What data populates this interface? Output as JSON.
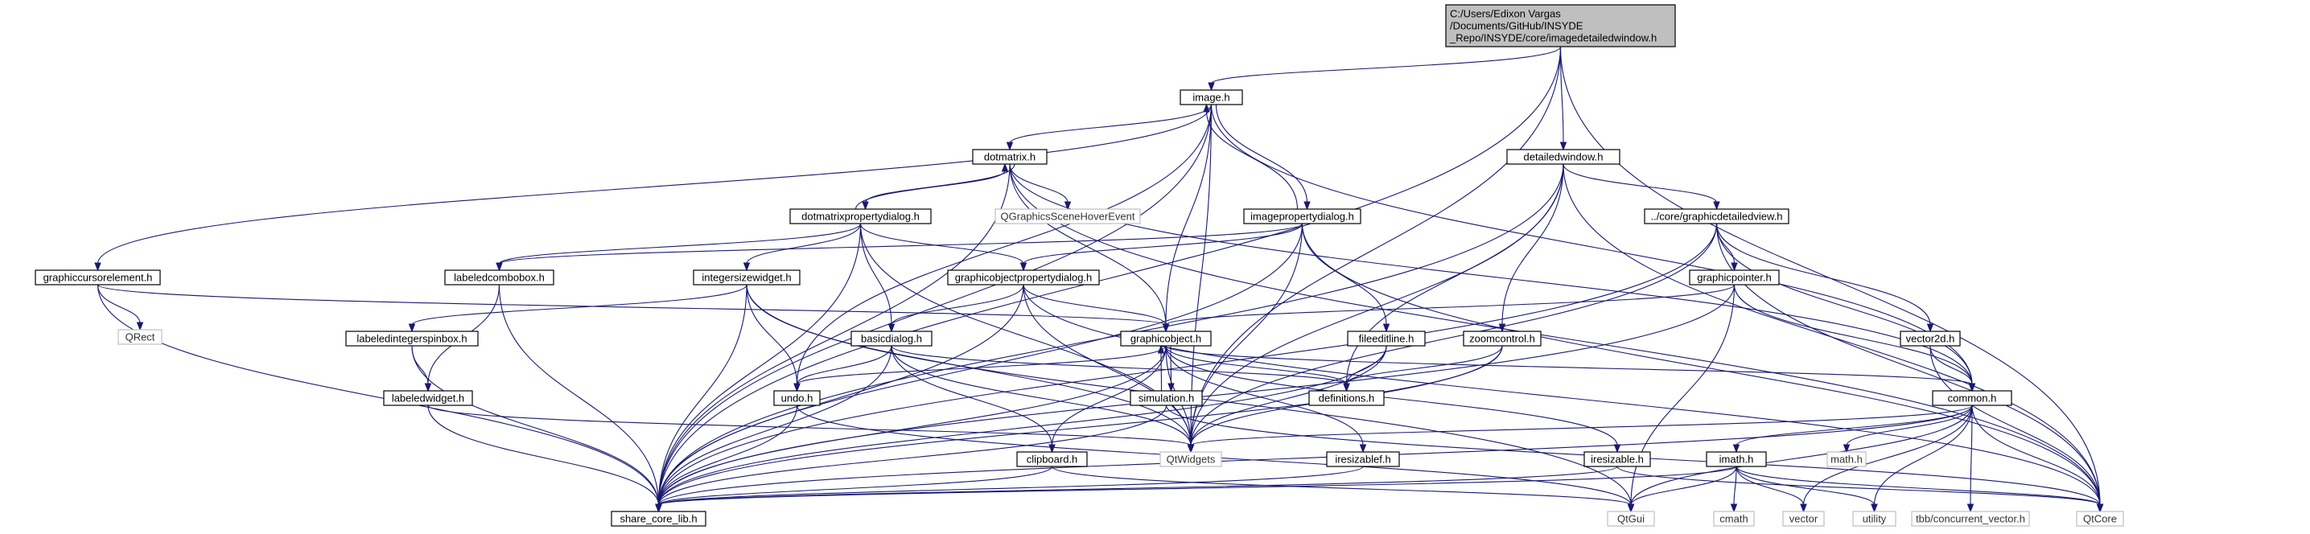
{
  "diagram": {
    "nodes": [
      {
        "id": "root",
        "lines": [
          "C:/Users/Edixon Vargas",
          "/Documents/GitHub/INSYDE",
          "_Repo/INSYDE/core/imagedetailedwindow.h"
        ],
        "kind": "focus"
      },
      {
        "id": "image",
        "lines": [
          "image.h"
        ],
        "kind": "internal"
      },
      {
        "id": "detailedwindow",
        "lines": [
          "detailedwindow.h"
        ],
        "kind": "internal"
      },
      {
        "id": "dotmatrix",
        "lines": [
          "dotmatrix.h"
        ],
        "kind": "internal"
      },
      {
        "id": "qgshover",
        "lines": [
          "QGraphicsSceneHoverEvent"
        ],
        "kind": "external"
      },
      {
        "id": "dotmatrixprop",
        "lines": [
          "dotmatrixpropertydialog.h"
        ],
        "kind": "internal"
      },
      {
        "id": "imageprop",
        "lines": [
          "imagepropertydialog.h"
        ],
        "kind": "internal"
      },
      {
        "id": "graphicdetailedview",
        "lines": [
          "../core/graphicdetailedview.h"
        ],
        "kind": "internal"
      },
      {
        "id": "graphiccursor",
        "lines": [
          "graphiccursorelement.h"
        ],
        "kind": "internal"
      },
      {
        "id": "labeledcombobox",
        "lines": [
          "labeledcombobox.h"
        ],
        "kind": "internal"
      },
      {
        "id": "integersizewidget",
        "lines": [
          "integersizewidget.h"
        ],
        "kind": "internal"
      },
      {
        "id": "graphicobjectprop",
        "lines": [
          "graphicobjectpropertydialog.h"
        ],
        "kind": "internal"
      },
      {
        "id": "graphicpointer",
        "lines": [
          "graphicpointer.h"
        ],
        "kind": "internal"
      },
      {
        "id": "qrect",
        "lines": [
          "QRect"
        ],
        "kind": "external"
      },
      {
        "id": "labeledintspin",
        "lines": [
          "labeledintegerspinbox.h"
        ],
        "kind": "internal"
      },
      {
        "id": "basicdialog",
        "lines": [
          "basicdialog.h"
        ],
        "kind": "internal"
      },
      {
        "id": "graphicobject",
        "lines": [
          "graphicobject.h"
        ],
        "kind": "internal"
      },
      {
        "id": "fileeditline",
        "lines": [
          "fileeditline.h"
        ],
        "kind": "internal"
      },
      {
        "id": "zoomcontrol",
        "lines": [
          "zoomcontrol.h"
        ],
        "kind": "internal"
      },
      {
        "id": "vector2d",
        "lines": [
          "vector2d.h"
        ],
        "kind": "internal"
      },
      {
        "id": "labeledwidget",
        "lines": [
          "labeledwidget.h"
        ],
        "kind": "internal"
      },
      {
        "id": "undo",
        "lines": [
          "undo.h"
        ],
        "kind": "internal"
      },
      {
        "id": "simulation",
        "lines": [
          "simulation.h"
        ],
        "kind": "internal"
      },
      {
        "id": "definitions",
        "lines": [
          "definitions.h"
        ],
        "kind": "internal"
      },
      {
        "id": "common",
        "lines": [
          "common.h"
        ],
        "kind": "internal"
      },
      {
        "id": "clipboard",
        "lines": [
          "clipboard.h"
        ],
        "kind": "internal"
      },
      {
        "id": "qtwidgets",
        "lines": [
          "QtWidgets"
        ],
        "kind": "external"
      },
      {
        "id": "iresizablef",
        "lines": [
          "iresizablef.h"
        ],
        "kind": "internal"
      },
      {
        "id": "iresizable",
        "lines": [
          "iresizable.h"
        ],
        "kind": "internal"
      },
      {
        "id": "imath",
        "lines": [
          "imath.h"
        ],
        "kind": "internal"
      },
      {
        "id": "mathh",
        "lines": [
          "math.h"
        ],
        "kind": "external"
      },
      {
        "id": "sharecore",
        "lines": [
          "share_core_lib.h"
        ],
        "kind": "internal"
      },
      {
        "id": "qtgui",
        "lines": [
          "QtGui"
        ],
        "kind": "external"
      },
      {
        "id": "cmath",
        "lines": [
          "cmath"
        ],
        "kind": "external"
      },
      {
        "id": "vector",
        "lines": [
          "vector"
        ],
        "kind": "external"
      },
      {
        "id": "utility",
        "lines": [
          "utility"
        ],
        "kind": "external"
      },
      {
        "id": "tbbvec",
        "lines": [
          "tbb/concurrent_vector.h"
        ],
        "kind": "external"
      },
      {
        "id": "qtcore",
        "lines": [
          "QtCore"
        ],
        "kind": "external"
      }
    ],
    "edges": [
      [
        "root",
        "image"
      ],
      [
        "root",
        "detailedwindow"
      ],
      [
        "root",
        "sharecore"
      ],
      [
        "root",
        "qtcore"
      ],
      [
        "root",
        "qtwidgets"
      ],
      [
        "image",
        "dotmatrix"
      ],
      [
        "image",
        "imageprop"
      ],
      [
        "image",
        "graphicobject"
      ],
      [
        "image",
        "sharecore"
      ],
      [
        "image",
        "undo"
      ],
      [
        "image",
        "common"
      ],
      [
        "image",
        "qtwidgets"
      ],
      [
        "image",
        "graphiccursor"
      ],
      [
        "imageprop",
        "image"
      ],
      [
        "detailedwindow",
        "graphicdetailedview"
      ],
      [
        "detailedwindow",
        "zoomcontrol"
      ],
      [
        "detailedwindow",
        "definitions"
      ],
      [
        "detailedwindow",
        "qtwidgets"
      ],
      [
        "detailedwindow",
        "qtcore"
      ],
      [
        "detailedwindow",
        "sharecore"
      ],
      [
        "dotmatrix",
        "dotmatrixprop"
      ],
      [
        "dotmatrix",
        "qgshover"
      ],
      [
        "dotmatrix",
        "graphicobject"
      ],
      [
        "dotmatrix",
        "sharecore"
      ],
      [
        "dotmatrix",
        "common"
      ],
      [
        "dotmatrix",
        "qtcore"
      ],
      [
        "dotmatrixprop",
        "dotmatrix"
      ],
      [
        "dotmatrixprop",
        "labeledcombobox"
      ],
      [
        "dotmatrixprop",
        "integersizewidget"
      ],
      [
        "dotmatrixprop",
        "graphicobjectprop"
      ],
      [
        "dotmatrixprop",
        "basicdialog"
      ],
      [
        "dotmatrixprop",
        "sharecore"
      ],
      [
        "dotmatrixprop",
        "qtwidgets"
      ],
      [
        "imageprop",
        "labeledcombobox"
      ],
      [
        "imageprop",
        "graphicobjectprop"
      ],
      [
        "imageprop",
        "fileeditline"
      ],
      [
        "imageprop",
        "sharecore"
      ],
      [
        "imageprop",
        "qtwidgets"
      ],
      [
        "imageprop",
        "qtcore"
      ],
      [
        "graphicdetailedview",
        "graphicpointer"
      ],
      [
        "graphicdetailedview",
        "vector2d"
      ],
      [
        "graphicdetailedview",
        "sharecore"
      ],
      [
        "graphicdetailedview",
        "qtwidgets"
      ],
      [
        "graphicdetailedview",
        "qtcore"
      ],
      [
        "graphicdetailedview",
        "common"
      ],
      [
        "graphiccursor",
        "graphicobject"
      ],
      [
        "graphiccursor",
        "qrect"
      ],
      [
        "graphiccursor",
        "sharecore"
      ],
      [
        "labeledcombobox",
        "labeledwidget"
      ],
      [
        "labeledcombobox",
        "sharecore"
      ],
      [
        "integersizewidget",
        "labeledintspin"
      ],
      [
        "integersizewidget",
        "undo"
      ],
      [
        "integersizewidget",
        "sharecore"
      ],
      [
        "integersizewidget",
        "qtwidgets"
      ],
      [
        "integersizewidget",
        "qtgui"
      ],
      [
        "graphicobjectprop",
        "basicdialog"
      ],
      [
        "graphicobjectprop",
        "graphicobject"
      ],
      [
        "graphicobjectprop",
        "sharecore"
      ],
      [
        "graphicobjectprop",
        "qtwidgets"
      ],
      [
        "graphicobjectprop",
        "qtcore"
      ],
      [
        "graphicpointer",
        "graphicobject"
      ],
      [
        "graphicpointer",
        "common"
      ],
      [
        "graphicpointer",
        "qtgui"
      ],
      [
        "graphicpointer",
        "sharecore"
      ],
      [
        "labeledintspin",
        "labeledwidget"
      ],
      [
        "labeledintspin",
        "sharecore"
      ],
      [
        "basicdialog",
        "undo"
      ],
      [
        "basicdialog",
        "definitions"
      ],
      [
        "basicdialog",
        "sharecore"
      ],
      [
        "basicdialog",
        "qtwidgets"
      ],
      [
        "basicdialog",
        "clipboard"
      ],
      [
        "graphicobject",
        "undo"
      ],
      [
        "graphicobject",
        "simulation"
      ],
      [
        "graphicobject",
        "definitions"
      ],
      [
        "graphicobject",
        "common"
      ],
      [
        "graphicobject",
        "clipboard"
      ],
      [
        "graphicobject",
        "qtwidgets"
      ],
      [
        "graphicobject",
        "iresizablef"
      ],
      [
        "graphicobject",
        "iresizable"
      ],
      [
        "graphicobject",
        "sharecore"
      ],
      [
        "simulation",
        "graphicobject"
      ],
      [
        "simulation",
        "sharecore"
      ],
      [
        "simulation",
        "qtcore"
      ],
      [
        "fileeditline",
        "definitions"
      ],
      [
        "fileeditline",
        "sharecore"
      ],
      [
        "fileeditline",
        "qtwidgets"
      ],
      [
        "zoomcontrol",
        "definitions"
      ],
      [
        "zoomcontrol",
        "qtwidgets"
      ],
      [
        "zoomcontrol",
        "sharecore"
      ],
      [
        "vector2d",
        "common"
      ],
      [
        "vector2d",
        "qtcore"
      ],
      [
        "labeledwidget",
        "sharecore"
      ],
      [
        "labeledwidget",
        "qtwidgets"
      ],
      [
        "undo",
        "sharecore"
      ],
      [
        "undo",
        "qtgui"
      ],
      [
        "common",
        "sharecore"
      ],
      [
        "common",
        "qtwidgets"
      ],
      [
        "common",
        "imath"
      ],
      [
        "common",
        "mathh"
      ],
      [
        "common",
        "vector"
      ],
      [
        "common",
        "utility"
      ],
      [
        "common",
        "tbbvec"
      ],
      [
        "common",
        "qtcore"
      ],
      [
        "common",
        "qtgui"
      ],
      [
        "clipboard",
        "sharecore"
      ],
      [
        "clipboard",
        "qtgui"
      ],
      [
        "iresizablef",
        "sharecore"
      ],
      [
        "iresizable",
        "sharecore"
      ],
      [
        "iresizable",
        "qtcore"
      ],
      [
        "imath",
        "cmath"
      ],
      [
        "imath",
        "vector"
      ],
      [
        "imath",
        "utility"
      ],
      [
        "imath",
        "sharecore"
      ],
      [
        "imath",
        "qtgui"
      ],
      [
        "imath",
        "qtcore"
      ]
    ]
  }
}
